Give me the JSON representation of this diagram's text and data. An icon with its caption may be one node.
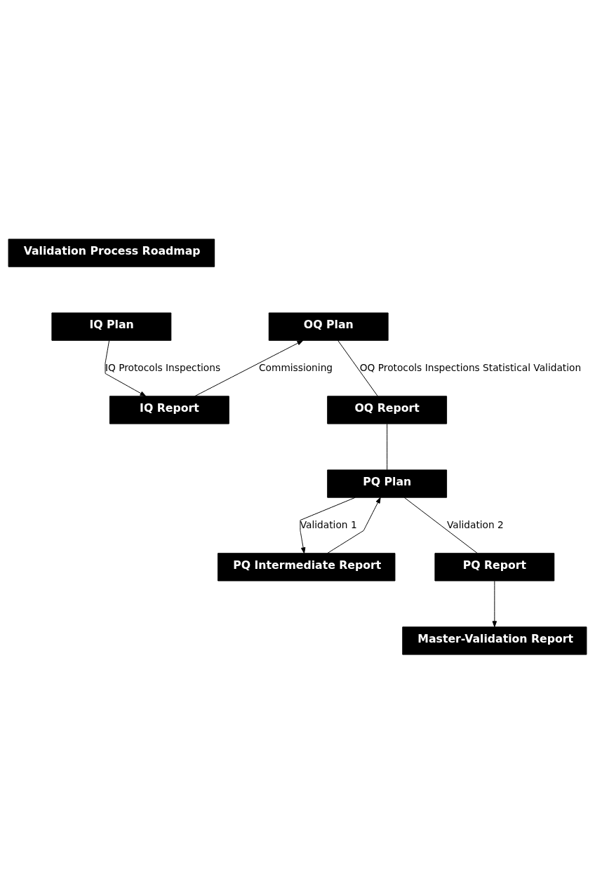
{
  "diagram": {
    "nodes": [
      {
        "text": [
          "Validation Process Roadmap"
        ]
      },
      {
        "text": [
          "IQ Plan"
        ]
      },
      {
        "text": [
          "IQ Report"
        ]
      },
      {
        "text": [
          "OQ Plan"
        ]
      },
      {
        "text": [
          "OQ Report"
        ]
      },
      {
        "text": [
          "PQ Plan"
        ]
      },
      {
        "text": [
          "PQ Intermediate Report"
        ]
      },
      {
        "text": [
          "PQ Report"
        ]
      },
      {
        "text": [
          "Master-Validation Report"
        ]
      }
    ],
    "edges": [
      {
        "from": 1,
        "to": 2,
        "arrow": "to",
        "label": "IQ Protocols Inspections"
      },
      {
        "from": 2,
        "to": 3,
        "arrow": "to",
        "label": "Commissioning"
      },
      {
        "from": 3,
        "to": 4,
        "arrow": "none",
        "label": "OQ Protocols Inspections Statistical Validation"
      },
      {
        "from": 4,
        "to": 5,
        "arrow": "none"
      },
      {
        "from": 5,
        "to": 6,
        "arrow": "to",
        "label": "Validation 1"
      },
      {
        "from": 5,
        "to": 7,
        "arrow": "none",
        "label": "Validation 2"
      },
      {
        "from": 6,
        "to": 5,
        "arrow": "to"
      },
      {
        "from": 7,
        "to": 8,
        "arrow": "to"
      }
    ]
  }
}
